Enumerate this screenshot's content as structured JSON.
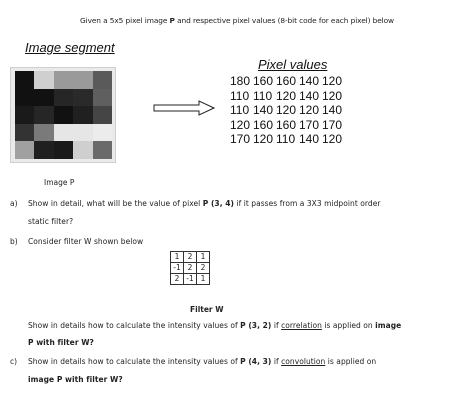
{
  "intro": {
    "prefix": "Given a 5x5 pixel image ",
    "image_name": "P",
    "suffix": " and respective pixel values (8-bit code for each pixel) below"
  },
  "image_segment": {
    "heading": "Image segment",
    "caption": "Image P",
    "gray_levels": [
      [
        "#111111",
        "#cfcfcf",
        "#9a9a9a",
        "#9a9a9a",
        "#5a5a5a"
      ],
      [
        "#111111",
        "#111111",
        "#262626",
        "#2a2a2a",
        "#5f5f5f"
      ],
      [
        "#1a1a1a",
        "#262626",
        "#111111",
        "#202020",
        "#454545"
      ],
      [
        "#333333",
        "#7a7a7a",
        "#e6e6e6",
        "#e6e6e6",
        "#ececec"
      ],
      [
        "#a0a0a0",
        "#202020",
        "#1a1a1a",
        "#cfcfcf",
        "#6a6a6a"
      ]
    ]
  },
  "pixel_values": {
    "heading": "Pixel values",
    "rows": [
      [
        "180",
        "160",
        "160",
        "140",
        "120"
      ],
      [
        "110",
        "110",
        "120",
        "140",
        "120"
      ],
      [
        "110",
        "140",
        "120",
        "120",
        "140"
      ],
      [
        "120",
        "160",
        "160",
        "170",
        "170"
      ],
      [
        "170",
        "120",
        "110",
        "140",
        "120"
      ]
    ]
  },
  "question_a": {
    "label": "a)",
    "line1_prefix": "Show in detail, what will be the value of pixel ",
    "line1_pixel": "P (3, 4)",
    "line1_suffix": " if it passes from a 3X3 midpoint order",
    "line2": "static filter?"
  },
  "question_b": {
    "label": "b)",
    "text": "Consider filter W shown below",
    "filter": [
      [
        "1",
        "2",
        "1"
      ],
      [
        "-1",
        "2",
        "2"
      ],
      [
        "2",
        "-1",
        "1"
      ]
    ],
    "filter_caption": "Filter W",
    "line1_prefix": "Show in details how to calculate the intensity values of ",
    "line1_pixel": "P (3, 2)",
    "line1_mid": " if ",
    "line1_method": "correlation",
    "line1_suffix": " is applied on ",
    "line1_target": "image",
    "line2_target": "P with filter W?"
  },
  "question_c": {
    "label": "c)",
    "line1_prefix": "Show in details how to calculate the intensity values of ",
    "line1_pixel": "P (4, 3)",
    "line1_mid": " if ",
    "line1_method": "convolution",
    "line1_suffix": " is applied on",
    "line2_target": "image P with filter W?"
  }
}
